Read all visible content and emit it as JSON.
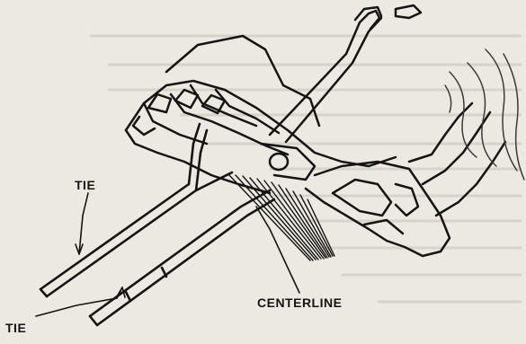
{
  "labels": {
    "tie_top": "TIE",
    "tie_bottom": "TIE",
    "centerline": "CENTERLINE"
  },
  "colors": {
    "ink": "#141414",
    "paper": "#ece9e2",
    "ghost_text": "#b9b5ac"
  }
}
